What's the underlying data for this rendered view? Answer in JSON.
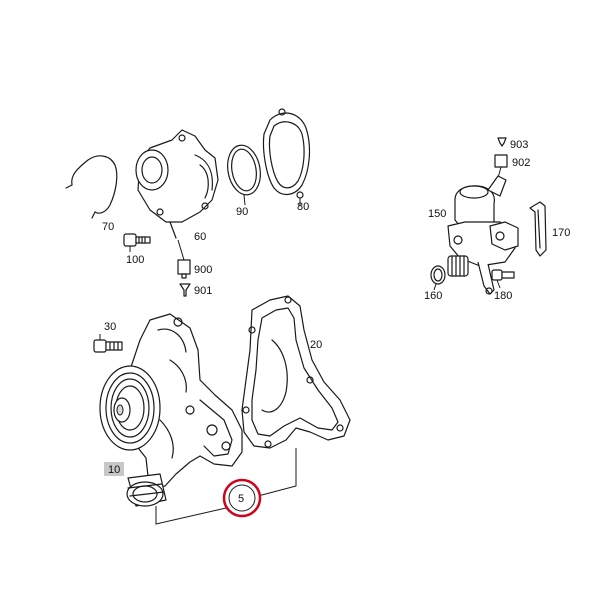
{
  "callouts": {
    "p5": "5",
    "p10": "10",
    "p20": "20",
    "p30": "30",
    "p60": "60",
    "p70": "70",
    "p80": "80",
    "p90": "90",
    "p100": "100",
    "p150": "150",
    "p160": "160",
    "p170": "170",
    "p180": "180",
    "p900": "900",
    "p901": "901",
    "p902": "902",
    "p903": "903"
  },
  "colors": {
    "highlight_circle": "#d0021b",
    "label_box": "#c8c8c8",
    "line": "#1a1a1a"
  }
}
